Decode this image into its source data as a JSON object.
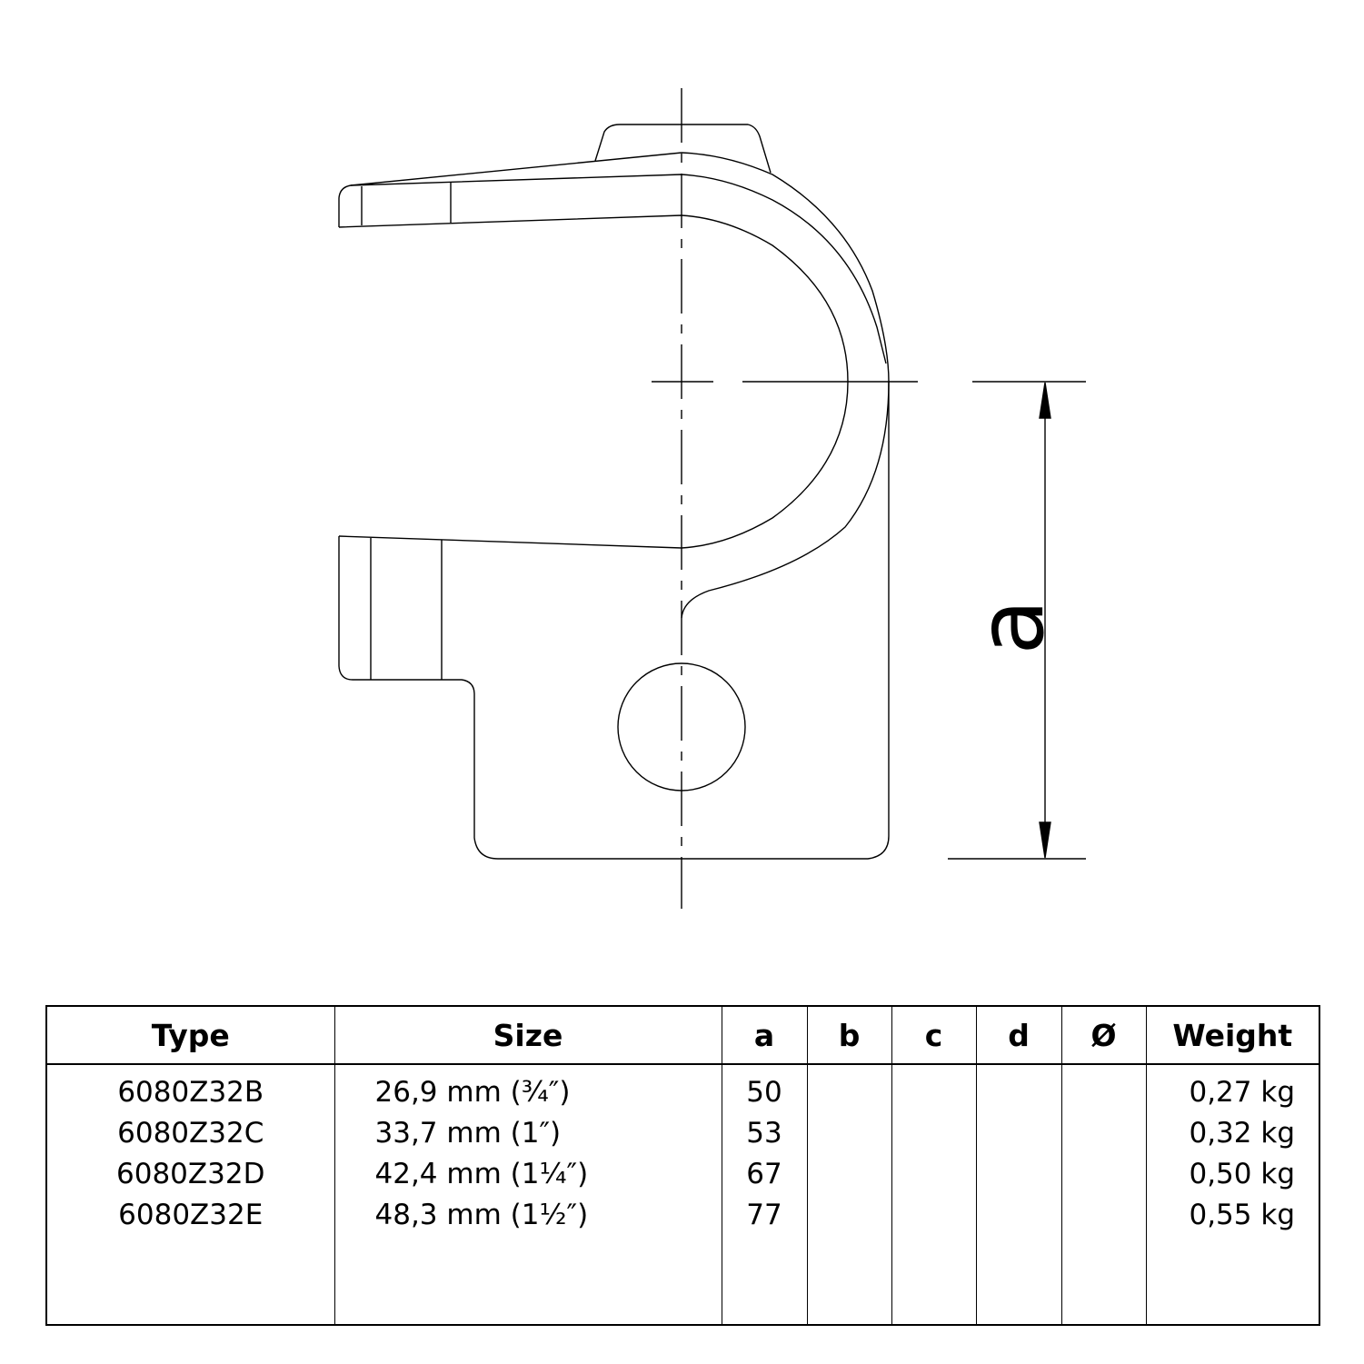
{
  "drawing": {
    "dimension_label": "a"
  },
  "table": {
    "headers": [
      "Type",
      "Size",
      "a",
      "b",
      "c",
      "d",
      "Ø",
      "Weight"
    ],
    "rows": [
      {
        "type": "6080Z32B",
        "size": "26,9 mm (¾″)",
        "a": "50",
        "b": "",
        "c": "",
        "d": "",
        "dia": "",
        "weight": "0,27 kg"
      },
      {
        "type": "6080Z32C",
        "size": "33,7 mm (1″)",
        "a": "53",
        "b": "",
        "c": "",
        "d": "",
        "dia": "",
        "weight": "0,32 kg"
      },
      {
        "type": "6080Z32D",
        "size": "42,4 mm (1¼″)",
        "a": "67",
        "b": "",
        "c": "",
        "d": "",
        "dia": "",
        "weight": "0,50 kg"
      },
      {
        "type": "6080Z32E",
        "size": "48,3 mm (1½″)",
        "a": "77",
        "b": "",
        "c": "",
        "d": "",
        "dia": "",
        "weight": "0,55 kg"
      }
    ]
  }
}
